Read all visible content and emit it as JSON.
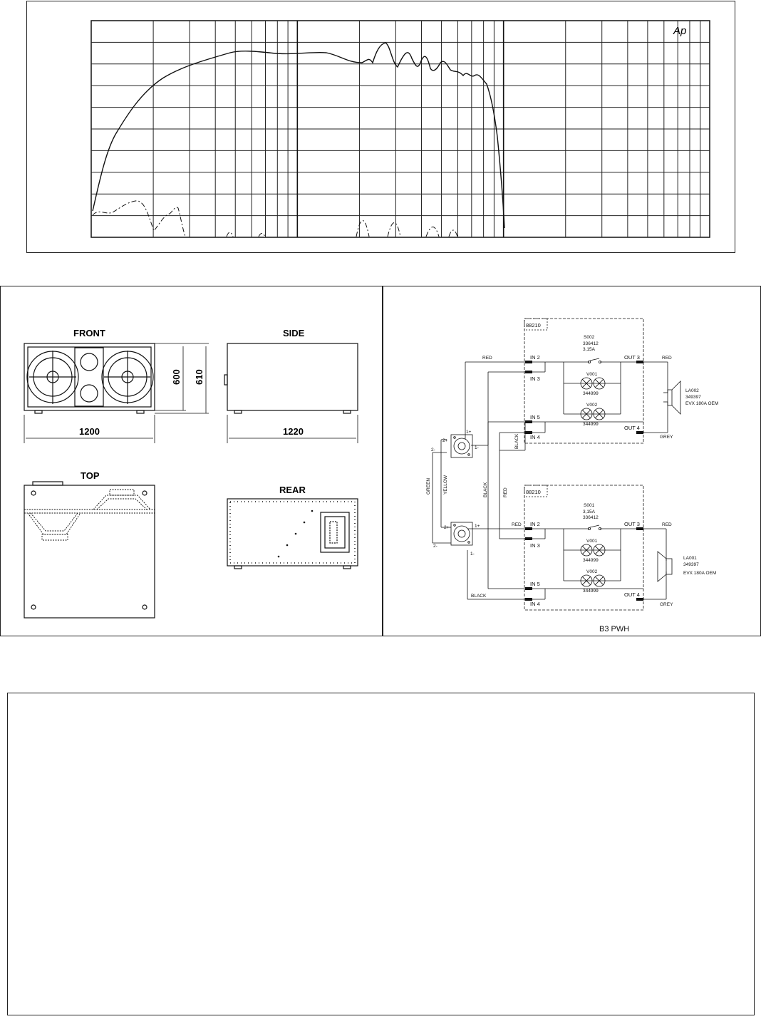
{
  "chart": {
    "logo": "Ap"
  },
  "drawings": {
    "front": "FRONT",
    "side": "SIDE",
    "top": "TOP",
    "rear": "REAR",
    "dim_600": "600",
    "dim_610": "610",
    "dim_1200": "1200",
    "dim_1220": "1220"
  },
  "schematic": {
    "board_upper": "88210",
    "board_lower": "88210",
    "s002": "S002",
    "s002_part": "336412",
    "s002_rating": "3,15A",
    "s001": "S001",
    "s001_rating": "3,15A",
    "s001_part": "336412",
    "v001": "V001",
    "v002": "V002",
    "bulb_part": "344999",
    "la002": "LA002",
    "la001": "LA001",
    "driver_part": "349397",
    "driver_model": "EVX 180A OEM",
    "in2": "IN 2",
    "in3": "IN 3",
    "in4": "IN 4",
    "in5": "IN 5",
    "out3": "OUT 3",
    "out4": "OUT 4",
    "red": "RED",
    "black": "BLACK",
    "grey": "GREY",
    "green": "GREEN",
    "yellow": "YELLOW",
    "p1": "1+",
    "m1": "1-",
    "p2": "2+",
    "m2": "2-",
    "title": "B3 PWH"
  }
}
